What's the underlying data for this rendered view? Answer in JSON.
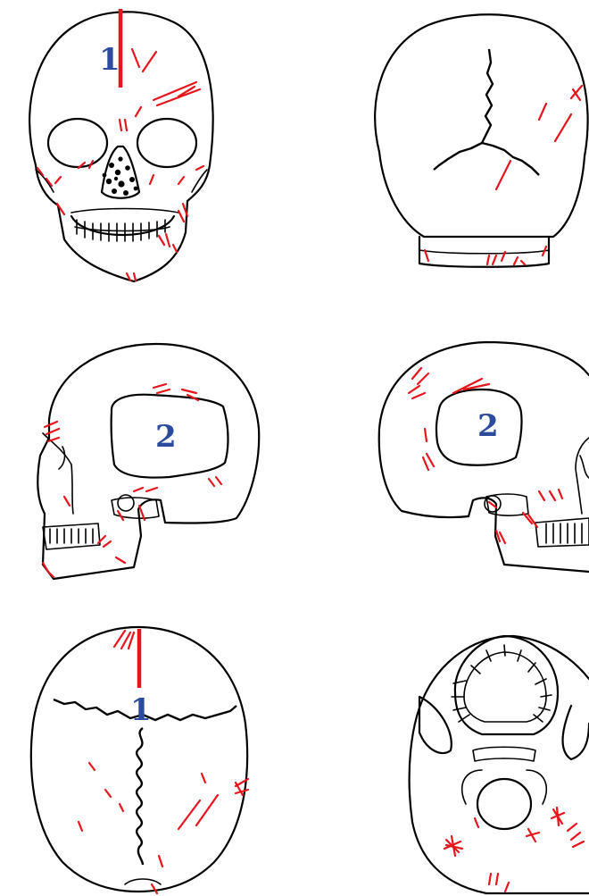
{
  "labels": {
    "frontal_view": "1",
    "left_lateral_view": "2",
    "right_lateral_view": "2",
    "superior_view": "1"
  },
  "colors": {
    "label": "#2c4a9e",
    "cut_mark": "#e8141c",
    "outline": "#000000"
  }
}
